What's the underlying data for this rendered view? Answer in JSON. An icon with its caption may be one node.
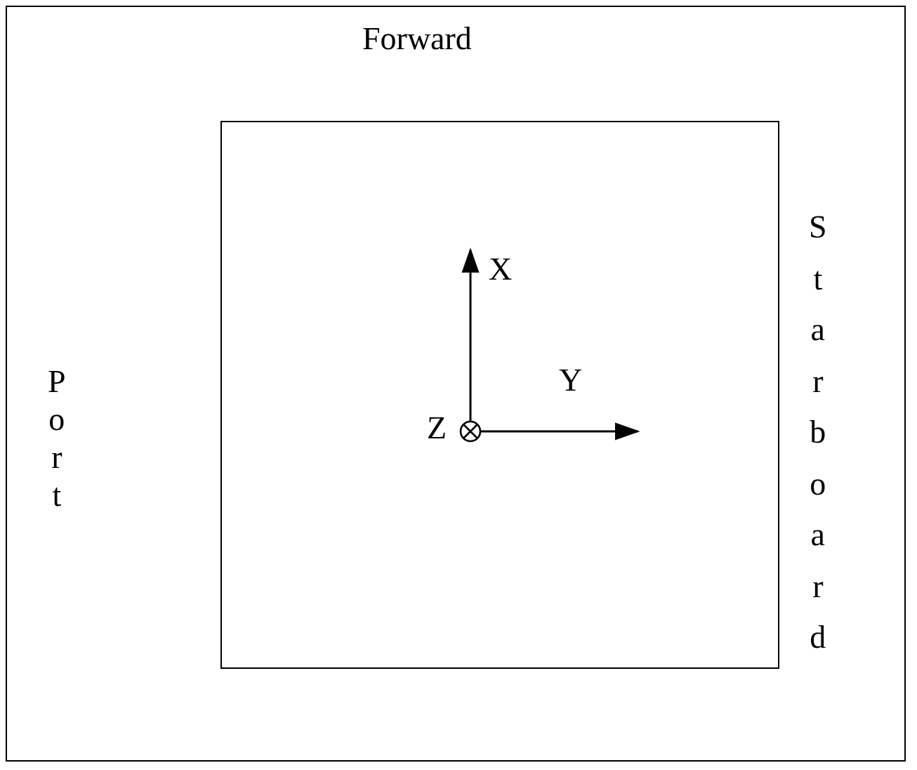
{
  "diagram": {
    "nodes": [
      {
        "text": [],
        "shape": "box"
      }
    ],
    "labels": [
      "Forward",
      "Port",
      "Starboard",
      "X",
      "Y",
      "Z"
    ]
  }
}
